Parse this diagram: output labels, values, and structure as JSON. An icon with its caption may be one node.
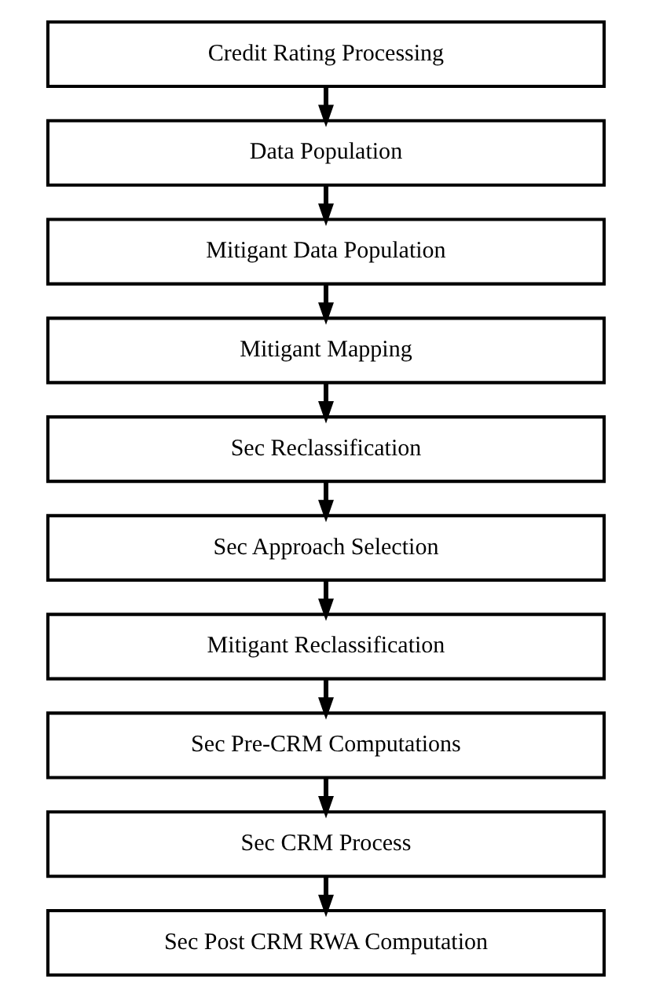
{
  "diagram": {
    "nodes": [
      {
        "text": [
          "Credit Rating Processing"
        ]
      },
      {
        "text": [
          "Data Population"
        ]
      },
      {
        "text": [
          "Mitigant Data Population"
        ]
      },
      {
        "text": [
          "Mitigant Mapping"
        ]
      },
      {
        "text": [
          "Sec Reclassification"
        ]
      },
      {
        "text": [
          "Sec Approach Selection"
        ]
      },
      {
        "text": [
          "Mitigant Reclassification"
        ]
      },
      {
        "text": [
          "Sec Pre-CRM Computations"
        ]
      },
      {
        "text": [
          "Sec CRM Process"
        ]
      },
      {
        "text": [
          "Sec Post CRM RWA Computation"
        ]
      }
    ],
    "edges": [
      {
        "from": 0,
        "to": 1,
        "arrow": "to"
      },
      {
        "from": 1,
        "to": 2,
        "arrow": "to"
      },
      {
        "from": 2,
        "to": 3,
        "arrow": "to"
      },
      {
        "from": 3,
        "to": 4,
        "arrow": "to"
      },
      {
        "from": 4,
        "to": 5,
        "arrow": "to"
      },
      {
        "from": 5,
        "to": 6,
        "arrow": "to"
      },
      {
        "from": 6,
        "to": 7,
        "arrow": "to"
      },
      {
        "from": 7,
        "to": 8,
        "arrow": "to"
      },
      {
        "from": 8,
        "to": 9,
        "arrow": "to"
      }
    ]
  }
}
